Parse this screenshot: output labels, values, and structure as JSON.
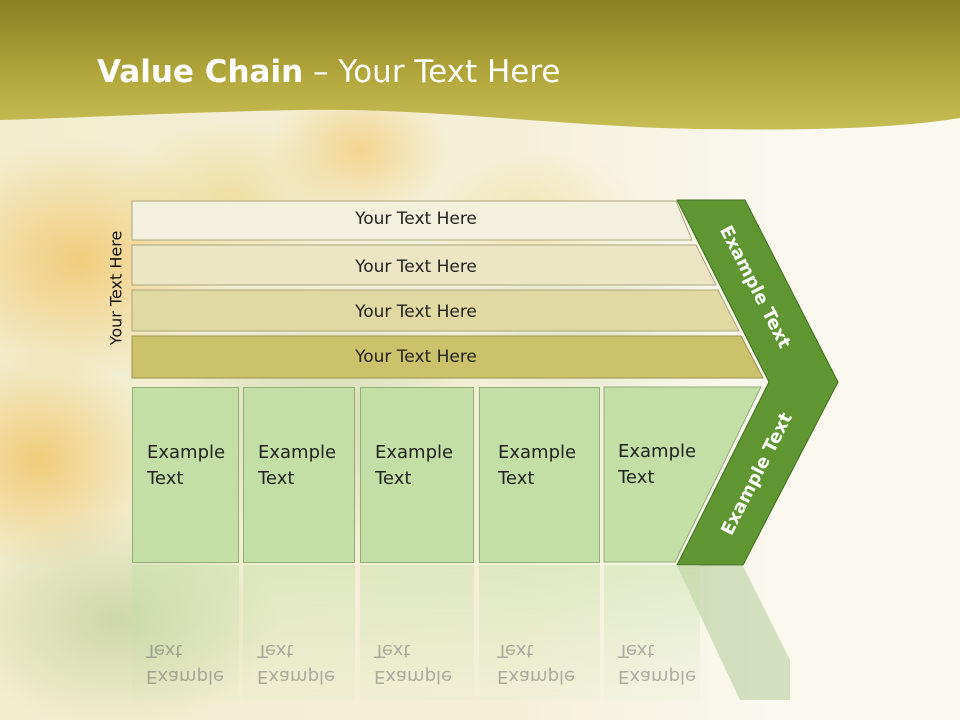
{
  "slide": {
    "title_bold": "Value Chain",
    "title_rest": " – Your Text Here",
    "vertical_label": "Your Text Here"
  },
  "bars": [
    {
      "label": "Your Text Here",
      "color": "#f3f0de"
    },
    {
      "label": "Your Text Here",
      "color": "#ece6c4"
    },
    {
      "label": "Your Text Here",
      "color": "#e1d9a2"
    },
    {
      "label": "Your Text Here",
      "color": "#cdc26c"
    }
  ],
  "columns": [
    {
      "label_line1": "Example",
      "label_line2": "Text"
    },
    {
      "label_line1": "Example",
      "label_line2": "Text"
    },
    {
      "label_line1": "Example",
      "label_line2": "Text"
    },
    {
      "label_line1": "Example",
      "label_line2": "Text"
    },
    {
      "label_line1": "Example",
      "label_line2": "Text"
    }
  ],
  "chevron": {
    "upper_label": "Example Text",
    "lower_label": "Example Text",
    "color": "#5f9632"
  },
  "colors": {
    "header": "#b3a93a",
    "column_fill": "#c3dfa6"
  }
}
